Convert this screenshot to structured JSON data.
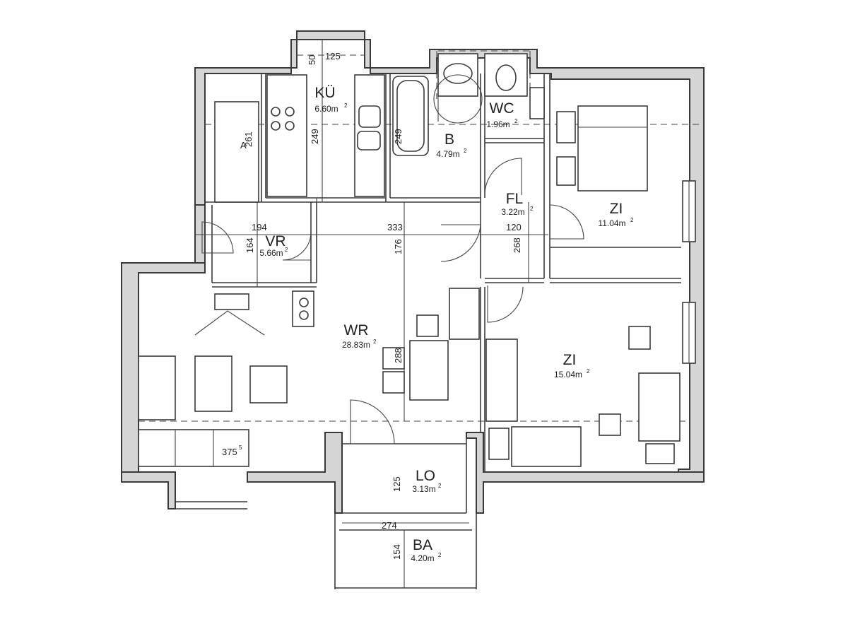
{
  "colors": {
    "wall_fill": "#d6d6d6",
    "line": "#3a3a3a",
    "background": "#ffffff"
  },
  "rooms": {
    "kitchen": {
      "code": "KÜ",
      "area": "6.60m",
      "sup": "2"
    },
    "wc": {
      "code": "WC",
      "area": "1.96m",
      "sup": "2"
    },
    "bath": {
      "code": "B",
      "area": "4.79m",
      "sup": "2"
    },
    "hall": {
      "code": "FL",
      "area": "3.22m",
      "sup": "2"
    },
    "entry": {
      "code": "VR",
      "area": "5.66m",
      "sup": "2"
    },
    "room1": {
      "code": "ZI",
      "area": "11.04m",
      "sup": "2"
    },
    "living": {
      "code": "WR",
      "area": "28.83m",
      "sup": "2"
    },
    "room2": {
      "code": "ZI",
      "area": "15.04m",
      "sup": "2"
    },
    "loggia": {
      "code": "LO",
      "area": "3.13m",
      "sup": "2"
    },
    "balcony": {
      "code": "BA",
      "area": "4.20m",
      "sup": "2"
    }
  },
  "dimensions": {
    "d50": "50",
    "d125_top": "125",
    "d261": "261",
    "d249_kitchen": "249",
    "d249_bath": "249",
    "d194": "194",
    "d164": "164",
    "d333": "333",
    "d176": "176",
    "d120": "120",
    "d268": "268",
    "d288": "288",
    "d375": "375",
    "d375_sup": "5",
    "d125_loggia": "125",
    "d274": "274",
    "d154": "154",
    "mark_a": "A"
  }
}
